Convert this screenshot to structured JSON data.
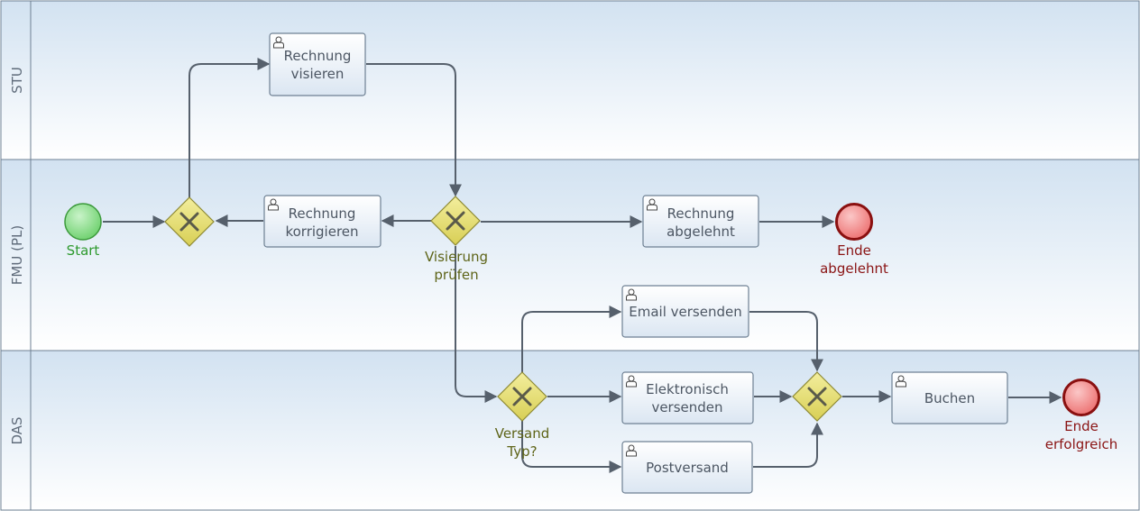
{
  "lanes": [
    "STU",
    "FMU (PL)",
    "DAS"
  ],
  "events": {
    "start": "Start",
    "end_rejected": [
      "Ende",
      "abgelehnt"
    ],
    "end_success": [
      "Ende",
      "erfolgreich"
    ]
  },
  "gateways": {
    "check_visa": [
      "Visierung",
      "prüfen"
    ],
    "shipping_type": [
      "Versand",
      "Typ?"
    ]
  },
  "tasks": {
    "visieren": [
      "Rechnung",
      "visieren"
    ],
    "korrigieren": [
      "Rechnung",
      "korrigieren"
    ],
    "abgelehnt": [
      "Rechnung",
      "abgelehnt"
    ],
    "email": "Email versenden",
    "elektronisch": [
      "Elektronisch",
      "versenden"
    ],
    "post": "Postversand",
    "buchen": "Buchen"
  },
  "colors": {
    "lane_fill": "#dce9f5",
    "task_stroke": "#6e8093",
    "gateway_fill": "#e8e07e",
    "start_fill": "#8ddc8d",
    "end_fill": "#f08585"
  }
}
